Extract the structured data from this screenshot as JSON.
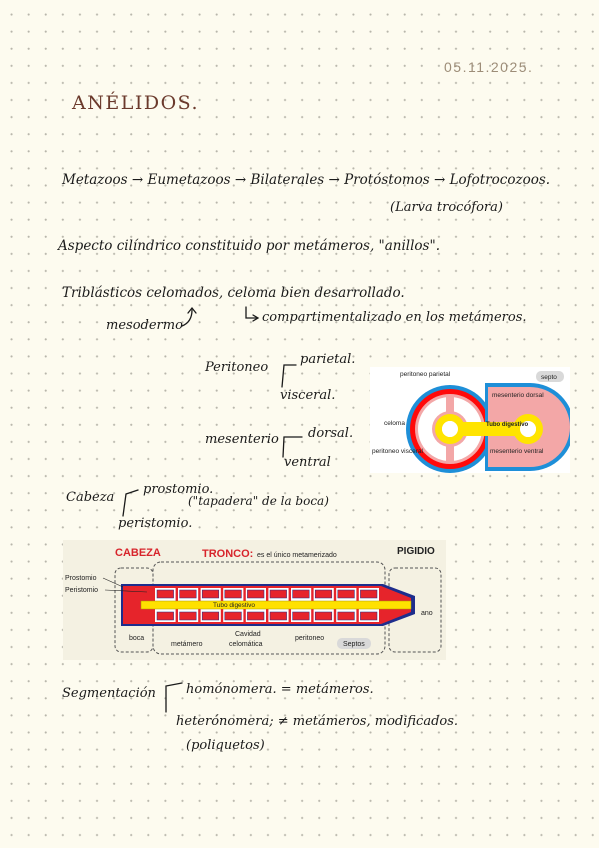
{
  "date": "05.11.2025.",
  "title": "ANÉLIDOS.",
  "lines": {
    "classification": "Metazoos → Eumetazoos → Bilaterales → Protóstomos → Lofotrocozoos.",
    "larva": "(Larva trocófora)",
    "aspect": "Aspecto cilíndrico constituido por metámeros, \"anillos\".",
    "triblasticos": "Triblásticos celomados, celoma bien desarrollado.",
    "mesodermo": "mesodermo",
    "compart": "compartimentalizado en los metámeros.",
    "peritoneo": "Peritoneo",
    "parietal": "parietal.",
    "visceral": "visceral.",
    "mesenterio": "mesenterio",
    "dorsal": "dorsal.",
    "ventral": "ventral",
    "cabeza": "Cabeza",
    "prostomio": "prostomio.",
    "tapadera": "(\"tapadera\" de la boca)",
    "peristomio": "peristomio.",
    "segmentacion": "Segmentación",
    "homonomera": "homónomera. = metámeros.",
    "heteronomera": "heterónomera; ≠ metámeros, modificados.",
    "poliquetos": "(poliquetos)"
  },
  "cross_section": {
    "peritoneo_parietal": "peritoneo parietal",
    "septo": "septo",
    "mesenterio_dorsal": "mesenterio dorsal",
    "celoma": "celoma",
    "tubo_digestivo": "Tubo digestivo",
    "peritoneo_visceral": "peritoneo visceral",
    "mesenterio_ventral": "mesenterio ventral"
  },
  "body_plan": {
    "cabeza": "CABEZA",
    "tronco": "TRONCO:",
    "tronco_note": "es el único metamerizado",
    "pigidio": "PIGIDIO",
    "prostomio": "Prostomio",
    "peristomio": "Peristomio",
    "tubo_digestivo": "Tubo digestivo",
    "ano": "ano",
    "boca": "boca",
    "metamero": "metámero",
    "cavidad": "Cavidad",
    "celomatica": "celomática",
    "peritoneo": "peritoneo",
    "septos": "Septos"
  },
  "colors": {
    "date": "#9d8d78",
    "title": "#6b3a2c",
    "accent_red": "#d7242b",
    "yellow": "#ffe100",
    "blue": "#2d8fd5"
  }
}
